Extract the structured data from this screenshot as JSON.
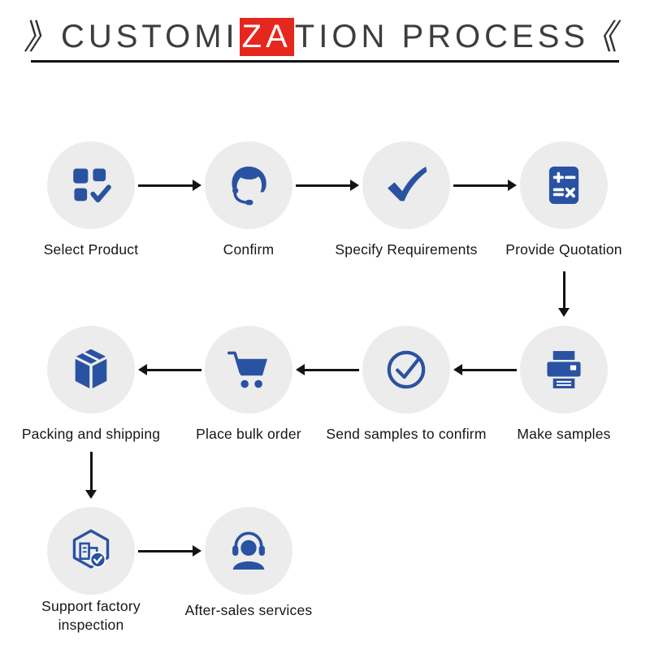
{
  "title": {
    "left_mark": "》",
    "right_mark": "《",
    "part1": "CUSTOMI",
    "highlight": "ZA",
    "part2": "TION PROCESS"
  },
  "colors": {
    "accent_blue": "#2a52a2",
    "circle_bg": "#ececec",
    "highlight_red": "#e6271d",
    "arrow": "#141414",
    "title_text": "#3d3d3d"
  },
  "steps": [
    {
      "label": "Select Product",
      "icon": "product-grid-icon"
    },
    {
      "label": "Confirm",
      "icon": "customer-service-icon"
    },
    {
      "label": "Specify Requirements",
      "icon": "checkmark-icon"
    },
    {
      "label": "Provide Quotation",
      "icon": "calculator-icon"
    },
    {
      "label": "Make samples",
      "icon": "printer-icon"
    },
    {
      "label": "Send samples to confirm",
      "icon": "circle-check-icon"
    },
    {
      "label": "Place bulk order",
      "icon": "cart-icon"
    },
    {
      "label": "Packing and shipping",
      "icon": "package-box-icon"
    },
    {
      "label": "Support factory inspection",
      "icon": "factory-inspection-icon"
    },
    {
      "label": "After-sales services",
      "icon": "headset-support-icon"
    }
  ]
}
